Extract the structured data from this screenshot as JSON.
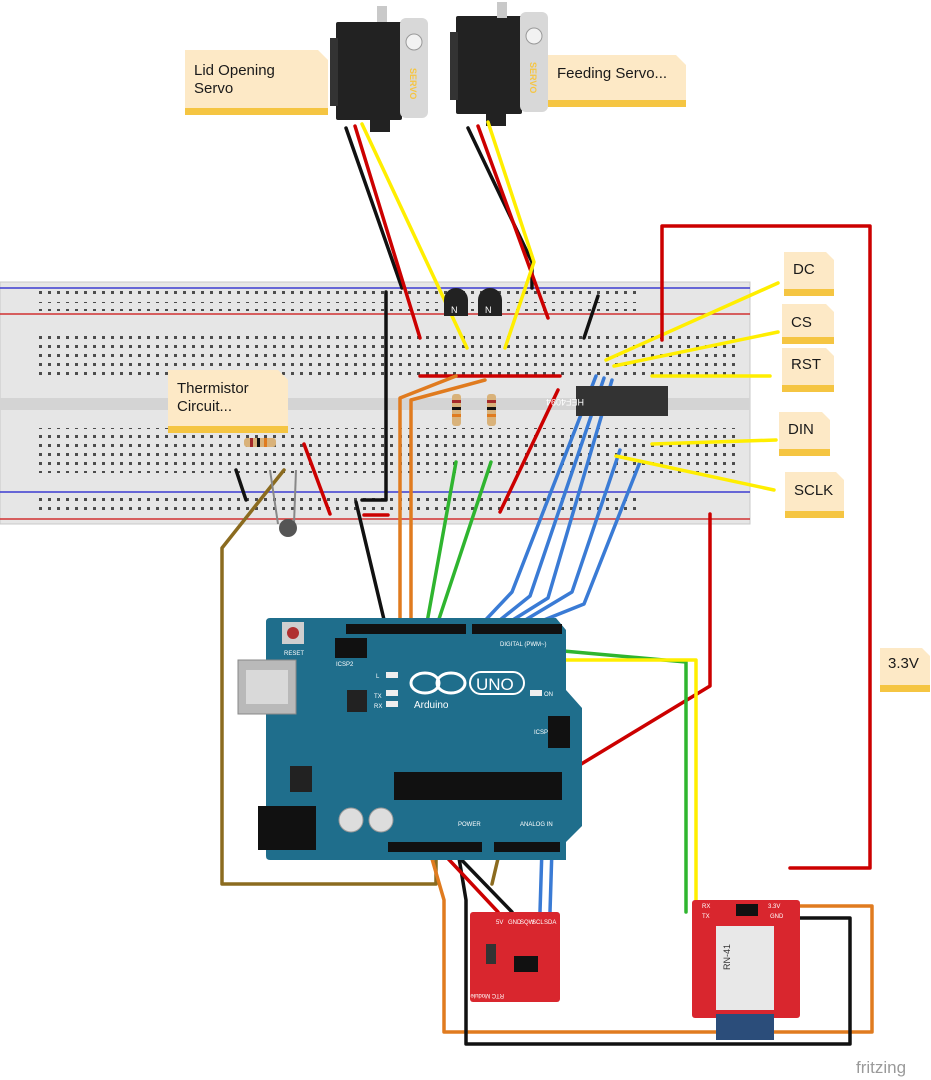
{
  "notes": {
    "lid_servo": [
      "Lid Opening",
      "Servo"
    ],
    "feeding_servo": "Feeding Servo...",
    "thermistor": [
      "Thermistor",
      "Circuit..."
    ],
    "dc": "DC",
    "cs": "CS",
    "rst": "RST",
    "din": "DIN",
    "sclk": "SCLK",
    "v33": "3.3V"
  },
  "components": {
    "servo_label": "SERVO",
    "transistor_label": "N",
    "shift_register": "HEF4094",
    "arduino_model": "UNO",
    "arduino_brand": "Arduino",
    "reset_label": "RESET",
    "icsp2_label": "ICSP2",
    "icsp_label": "ICSP",
    "digital_label": "DIGITAL (PWM~)",
    "analog_label": "ANALOG IN",
    "power_label": "POWER",
    "on_label": "ON",
    "tx_label": "TX",
    "rx_label": "RX",
    "l_label": "L",
    "rtc_label": "RTC Module",
    "bt_label": "RN-41",
    "rtc_pins": [
      "SQW",
      "SCL",
      "SDA",
      "5V",
      "GND"
    ],
    "bt_pins_left": [
      "RX",
      "TX"
    ],
    "bt_pins_right": [
      "3.3V",
      "GND"
    ]
  },
  "footer": {
    "brand": "fritzing"
  },
  "colors": {
    "breadboard": "#e4e4e4",
    "arduino": "#1f6e8c",
    "servo": "#222222",
    "note": "#fde9c6",
    "wire_red": "#cc0000",
    "wire_yellow": "#ffee00",
    "wire_blue": "#3a7bd5",
    "wire_green": "#2fb52f",
    "wire_orange": "#e07b1f",
    "wire_brown": "#8b6b1f",
    "wire_black": "#111111",
    "module_red": "#d9262e"
  }
}
